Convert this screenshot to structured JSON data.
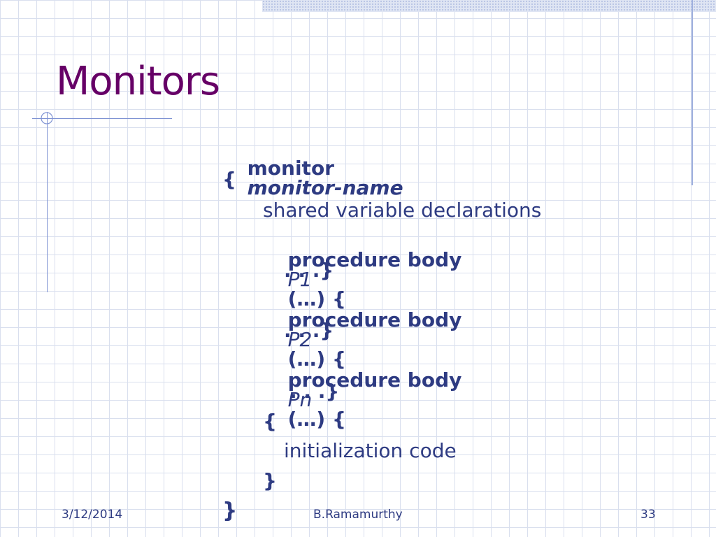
{
  "slide": {
    "title": "Monitors",
    "code": {
      "line1_kw": "monitor",
      "line1_name": "monitor-name",
      "open_brace": "{",
      "shared_vars": "shared variable declarations",
      "proc_kw": "procedure body",
      "p1_name": "P1",
      "p2_name": "P2",
      "pn_name": "Pn",
      "proc_args": "(…) {",
      "proc_end": ". . .}",
      "init_open": "{",
      "init_code": "initialization code",
      "init_close": "}",
      "close_brace": "}"
    }
  },
  "footer": {
    "date": "3/12/2014",
    "author": "B.Ramamurthy",
    "page_number": "33"
  },
  "colors": {
    "title": "#660066",
    "text": "#2e3b82",
    "grid": "#d9dfee",
    "accent_line": "#7f93d3"
  }
}
